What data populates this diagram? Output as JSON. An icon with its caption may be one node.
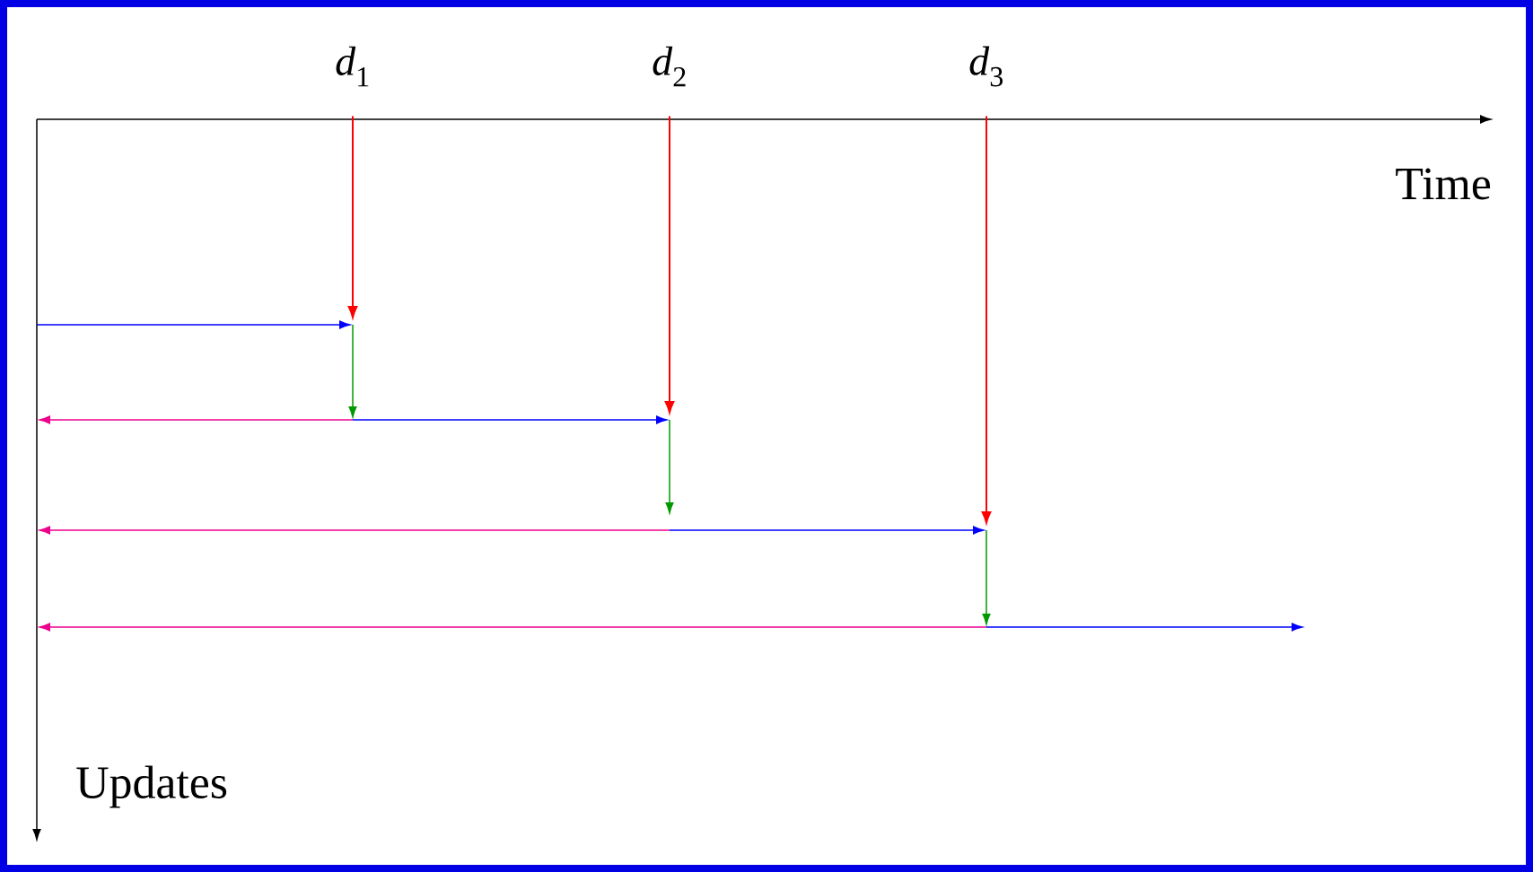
{
  "diagram": {
    "nodes": [
      {
        "text": [
          "*d*$_{1}$"
        ]
      },
      {
        "text": [
          "*d*$_{2}$"
        ]
      },
      {
        "text": [
          "*d*$_{3}$"
        ]
      }
    ],
    "edges": [
      {
        "from": 0,
        "to": null,
        "arrow": "to"
      },
      {
        "from": 1,
        "to": null,
        "arrow": "to"
      },
      {
        "from": 2,
        "to": null,
        "arrow": "to"
      }
    ],
    "labels": [
      "Time",
      "Updates"
    ]
  }
}
